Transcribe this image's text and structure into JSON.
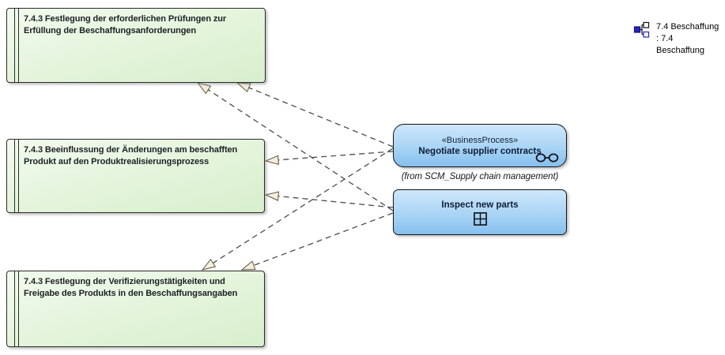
{
  "diagram_frame": {
    "icon": "diagram-hierarchy-icon",
    "label_lines": [
      "7.4 Beschaffung",
      ": 7.4",
      "Beschaffung"
    ]
  },
  "activities": [
    {
      "label": "7.4.3 Festlegung der erforderlichen Prüfungen zur Erfüllung der Beschaffungsanforderungen"
    },
    {
      "label": "7.4.3 Beeinflussung der Änderungen am beschafften Produkt auf den Produktrealisierungsprozess"
    },
    {
      "label": "7.4.3 Festlegung der Verifizierungstätigkeiten und Freigabe des Produkts in den Beschaffungsangaben"
    }
  ],
  "business_processes": [
    {
      "stereotype": "«BusinessProcess»",
      "name": "Negotiate supplier contracts",
      "origin_note": "(from SCM_Supply chain management)",
      "badge": "linked-document-icon"
    },
    {
      "name": "Inspect new parts",
      "badge": "composite-plus-icon"
    }
  ],
  "relationships": {
    "type": "realization",
    "line_style": "dashed-open-triangle",
    "edges": [
      {
        "from": "Negotiate supplier contracts",
        "to": "7.4.3 Festlegung der erforderlichen Prüfungen zur Erfüllung der Beschaffungsanforderungen"
      },
      {
        "from": "Negotiate supplier contracts",
        "to": "7.4.3 Beeinflussung der Änderungen am beschafften Produkt auf den Produktrealisierungsprozess"
      },
      {
        "from": "Negotiate supplier contracts",
        "to": "7.4.3 Festlegung der Verifizierungstätigkeiten und Freigabe des Produkts in den Beschaffungsangaben"
      },
      {
        "from": "Inspect new parts",
        "to": "7.4.3 Festlegung der erforderlichen Prüfungen zur Erfüllung der Beschaffungsanforderungen"
      },
      {
        "from": "Inspect new parts",
        "to": "7.4.3 Beeinflussung der Änderungen am beschafften Produkt auf den Produktrealisierungsprozess"
      },
      {
        "from": "Inspect new parts",
        "to": "7.4.3 Festlegung der Verifizierungstätigkeiten und Freigabe des Produkts in den Beschaffungsangaben"
      }
    ]
  },
  "colors": {
    "activity_fill_top": "#f2fbee",
    "activity_fill_bottom": "#d7efcd",
    "process_fill_top": "#cfe7fb",
    "process_fill_bottom": "#85c0ee",
    "connector": "#4c4c4c",
    "arrowhead_fill": "#f6eedc",
    "legend_blue": "#2323cc"
  }
}
